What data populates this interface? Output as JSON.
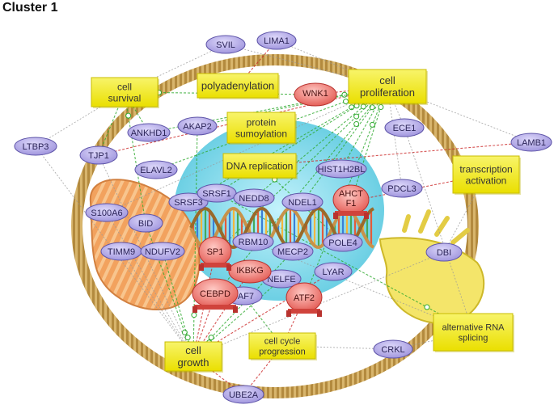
{
  "title": "Cluster 1",
  "colors": {
    "protein_fill": "#b3a9e6",
    "protein_stroke": "#5e54a8",
    "tf_fill": "#f0807a",
    "tf_stroke": "#b8322e",
    "process_fill": "#f2ec21",
    "process_stroke": "#c8bc00",
    "membrane": "#c9a35a",
    "nucleus": "#7ed7ea",
    "edge_expression": "#2faa2f",
    "edge_regulation": "#cc2a2a",
    "edge_other": "#9a9a9a"
  },
  "processes": [
    {
      "id": "cell_survival",
      "lines": [
        "cell",
        "survival"
      ]
    },
    {
      "id": "polyadenylation",
      "lines": [
        "polyadenylation"
      ]
    },
    {
      "id": "cell_proliferation",
      "lines": [
        "cell",
        "proliferation"
      ]
    },
    {
      "id": "protein_sumoylation",
      "lines": [
        "protein",
        "sumoylation"
      ]
    },
    {
      "id": "dna_replication",
      "lines": [
        "DNA replication"
      ]
    },
    {
      "id": "transcription_activation",
      "lines": [
        "transcription",
        "activation"
      ]
    },
    {
      "id": "alternative_rna_splicing",
      "lines": [
        "alternative RNA",
        "splicing"
      ]
    },
    {
      "id": "cell_growth",
      "lines": [
        "cell",
        "growth"
      ]
    },
    {
      "id": "cell_cycle_progression",
      "lines": [
        "cell cycle",
        "progression"
      ]
    }
  ],
  "proteins": [
    {
      "id": "SVIL",
      "label": "SVIL"
    },
    {
      "id": "LIMA1",
      "label": "LIMA1"
    },
    {
      "id": "LTBP3",
      "label": "LTBP3"
    },
    {
      "id": "TJP1",
      "label": "TJP1"
    },
    {
      "id": "ANKHD1",
      "label": "ANKHD1"
    },
    {
      "id": "AKAP2",
      "label": "AKAP2"
    },
    {
      "id": "ELAVL2",
      "label": "ELAVL2"
    },
    {
      "id": "ECE1",
      "label": "ECE1"
    },
    {
      "id": "LAMB1",
      "label": "LAMB1"
    },
    {
      "id": "HIST1H2BL",
      "label": "HIST1H2BL"
    },
    {
      "id": "PDCL3",
      "label": "PDCL3"
    },
    {
      "id": "S100A6",
      "label": "S100A6"
    },
    {
      "id": "BID",
      "label": "BID"
    },
    {
      "id": "TIMM9",
      "label": "TIMM9"
    },
    {
      "id": "NDUFV2",
      "label": "NDUFV2"
    },
    {
      "id": "SRSF3",
      "label": "SRSF3"
    },
    {
      "id": "SRSF1",
      "label": "SRSF1"
    },
    {
      "id": "NEDD8",
      "label": "NEDD8"
    },
    {
      "id": "NDEL1",
      "label": "NDEL1"
    },
    {
      "id": "RBM10",
      "label": "RBM10"
    },
    {
      "id": "MECP2",
      "label": "MECP2"
    },
    {
      "id": "POLE4",
      "label": "POLE4"
    },
    {
      "id": "NELFE",
      "label": "NELFE"
    },
    {
      "id": "TAF7",
      "label": "TAF7"
    },
    {
      "id": "LYAR",
      "label": "LYAR"
    },
    {
      "id": "DBI",
      "label": "DBI"
    },
    {
      "id": "CRKL",
      "label": "CRKL"
    },
    {
      "id": "UBE2A",
      "label": "UBE2A"
    }
  ],
  "factors": [
    {
      "id": "WNK1",
      "label": "WNK1",
      "kind": "kinase"
    },
    {
      "id": "IKBKG",
      "label": "IKBKG",
      "kind": "kinase"
    },
    {
      "id": "SP1",
      "label": "SP1",
      "kind": "tf"
    },
    {
      "id": "CEBPD",
      "label": "CEBPD",
      "kind": "tf"
    },
    {
      "id": "ATF2",
      "label": "ATF2",
      "kind": "tf"
    },
    {
      "id": "AHCTF1",
      "label": "AHCT",
      "label2": "F1",
      "kind": "tf"
    }
  ],
  "edges": [
    [
      "SVIL",
      "cell_proliferation",
      "other"
    ],
    [
      "LIMA1",
      "polyadenylation",
      "regulation"
    ],
    [
      "LIMA1",
      "cell_proliferation",
      "other"
    ],
    [
      "SVIL",
      "cell_survival",
      "other"
    ],
    [
      "LTBP3",
      "cell_survival",
      "other"
    ],
    [
      "LTBP3",
      "cell_growth",
      "other"
    ],
    [
      "TJP1",
      "cell_proliferation",
      "regulation"
    ],
    [
      "TJP1",
      "cell_survival",
      "expression"
    ],
    [
      "ANKHD1",
      "cell_survival",
      "expression"
    ],
    [
      "ANKHD1",
      "cell_proliferation",
      "expression"
    ],
    [
      "AKAP2",
      "cell_proliferation",
      "expression"
    ],
    [
      "AKAP2",
      "cell_growth",
      "expression"
    ],
    [
      "ELAVL2",
      "cell_proliferation",
      "expression"
    ],
    [
      "ECE1",
      "cell_proliferation",
      "other"
    ],
    [
      "LAMB1",
      "dna_replication",
      "regulation"
    ],
    [
      "LAMB1",
      "cell_proliferation",
      "other"
    ],
    [
      "HIST1H2BL",
      "cell_proliferation",
      "expression"
    ],
    [
      "PDCL3",
      "cell_proliferation",
      "other"
    ],
    [
      "S100A6",
      "cell_proliferation",
      "other"
    ],
    [
      "S100A6",
      "cell_growth",
      "other"
    ],
    [
      "BID",
      "cell_survival",
      "expression"
    ],
    [
      "BID",
      "cell_growth",
      "expression"
    ],
    [
      "TIMM9",
      "cell_growth",
      "other"
    ],
    [
      "NDUFV2",
      "cell_growth",
      "expression"
    ],
    [
      "SRSF3",
      "cell_proliferation",
      "expression"
    ],
    [
      "SRSF1",
      "cell_proliferation",
      "expression"
    ],
    [
      "SRSF1",
      "alternative_rna_splicing",
      "expression"
    ],
    [
      "NEDD8",
      "cell_proliferation",
      "expression"
    ],
    [
      "NDEL1",
      "cell_proliferation",
      "expression"
    ],
    [
      "RBM10",
      "alternative_rna_splicing",
      "other"
    ],
    [
      "MECP2",
      "cell_growth",
      "expression"
    ],
    [
      "POLE4",
      "dna_replication",
      "expression"
    ],
    [
      "NELFE",
      "cell_growth",
      "expression"
    ],
    [
      "TAF7",
      "cell_cycle_progression",
      "expression"
    ],
    [
      "LYAR",
      "cell_growth",
      "regulation"
    ],
    [
      "DBI",
      "cell_growth",
      "other"
    ],
    [
      "DBI",
      "transcription_activation",
      "other"
    ],
    [
      "CRKL",
      "cell_cycle_progression",
      "other"
    ],
    [
      "CRKL",
      "alternative_rna_splicing",
      "other"
    ],
    [
      "UBE2A",
      "cell_growth",
      "regulation"
    ],
    [
      "WNK1",
      "cell_proliferation",
      "regulation"
    ],
    [
      "WNK1",
      "cell_survival",
      "expression"
    ],
    [
      "IKBKG",
      "cell_growth",
      "regulation"
    ],
    [
      "SP1",
      "cell_growth",
      "regulation"
    ],
    [
      "SP1",
      "cell_proliferation",
      "expression"
    ],
    [
      "CEBPD",
      "cell_growth",
      "regulation"
    ],
    [
      "CEBPD",
      "cell_proliferation",
      "expression"
    ],
    [
      "ATF2",
      "cell_cycle_progression",
      "regulation"
    ],
    [
      "ATF2",
      "cell_proliferation",
      "expression"
    ],
    [
      "AHCTF1",
      "transcription_activation",
      "regulation"
    ],
    [
      "AHCTF1",
      "cell_proliferation",
      "expression"
    ],
    [
      "UBE2A",
      "cell_cycle_progression",
      "regulation"
    ],
    [
      "TJP1",
      "cell_growth",
      "other"
    ],
    [
      "ECE1",
      "alternative_rna_splicing",
      "other"
    ]
  ]
}
